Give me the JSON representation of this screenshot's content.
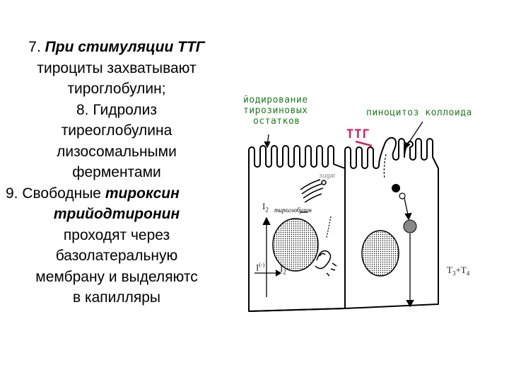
{
  "text_block": {
    "line1_prefix": "7. ",
    "line1_em": "При стимуляции ТТГ",
    "line2": "тироциты захватывают",
    "line3": "тироглобулин;",
    "line4": "8. Гидролиз",
    "line5": "тиреоглобулина",
    "line6": "лизосомальными",
    "line7": "ферментами",
    "line8_prefix": "9. Свободные ",
    "line8_em": "тироксин",
    "line9_em": "трийодтиронин",
    "line10": "проходят через",
    "line11": "базолатеральную",
    "line12": "мембрану и выделяютс",
    "line13": "в капилляры"
  },
  "diagram": {
    "iodination_l1": "йодирование",
    "iodination_l2": "тирозиновых",
    "iodination_l3": "остатков",
    "pinocytosis": "пиноцитоз коллоида",
    "ttg": "ТТГ",
    "thyroglobulin": "тироглобулин",
    "sugar": "sugar",
    "i2_top": "I",
    "i2_top_sub": "2",
    "iodide": "I",
    "iodide_sup": "(-)",
    "i2_bottom": "I",
    "i2_bottom_sub": "2",
    "t3t4": "T",
    "t3_sub": "3",
    "plus": "+T",
    "t4_sub": "4"
  },
  "colors": {
    "green_label": "#1f7a1f",
    "ttg_red": "#d81b60"
  }
}
